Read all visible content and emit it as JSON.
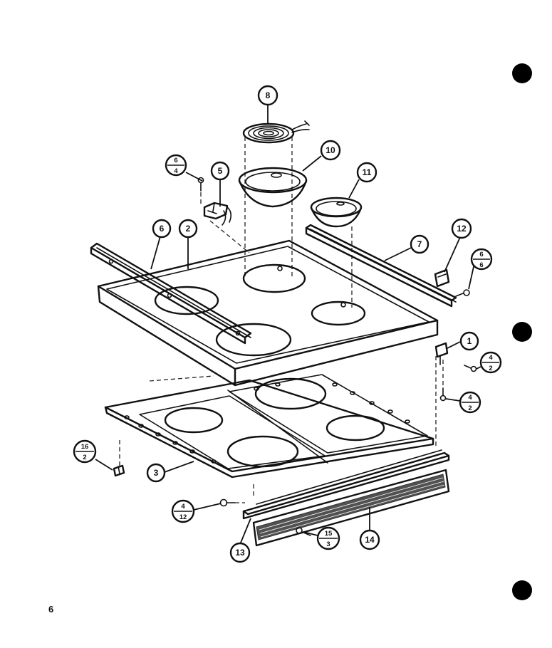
{
  "page_number": "6",
  "callouts": [
    {
      "id": "c1",
      "label": "1"
    },
    {
      "id": "c2",
      "label": "2"
    },
    {
      "id": "c3",
      "label": "3"
    },
    {
      "id": "c5",
      "label": "5"
    },
    {
      "id": "c6",
      "label": "6"
    },
    {
      "id": "c7",
      "label": "7"
    },
    {
      "id": "c8",
      "label": "8"
    },
    {
      "id": "c10",
      "label": "10"
    },
    {
      "id": "c11",
      "label": "11"
    },
    {
      "id": "c12",
      "label": "12"
    },
    {
      "id": "c13",
      "label": "13"
    },
    {
      "id": "c14",
      "label": "14"
    }
  ],
  "fraction_callouts": [
    {
      "id": "f6_4",
      "top": "6",
      "bottom": "4"
    },
    {
      "id": "f6_6",
      "top": "6",
      "bottom": "6"
    },
    {
      "id": "f4_2a",
      "top": "4",
      "bottom": "2"
    },
    {
      "id": "f4_2b",
      "top": "4",
      "bottom": "2"
    },
    {
      "id": "f16_2",
      "top": "16",
      "bottom": "2"
    },
    {
      "id": "f4_12",
      "top": "4",
      "bottom": "12"
    },
    {
      "id": "f15_3",
      "top": "15",
      "bottom": "3"
    }
  ]
}
